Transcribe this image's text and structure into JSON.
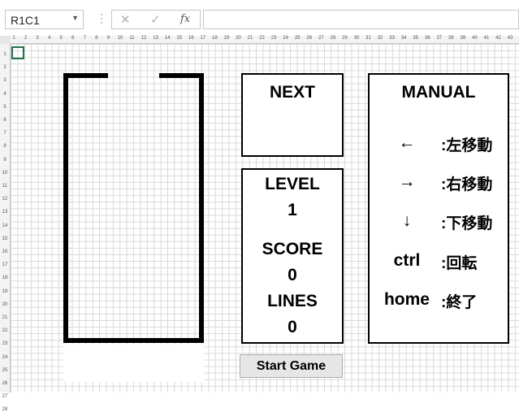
{
  "formula_bar": {
    "name_box": "R1C1",
    "cancel_icon": "✕",
    "enter_icon": "✓",
    "fx_label": "fx",
    "formula": ""
  },
  "grid": {
    "columns": [
      "1",
      "2",
      "3",
      "4",
      "5",
      "6",
      "7",
      "8",
      "9",
      "10",
      "11",
      "12",
      "13",
      "14",
      "15",
      "16",
      "17",
      "18",
      "19",
      "20",
      "21",
      "22",
      "23",
      "24",
      "25",
      "26",
      "27",
      "28",
      "29",
      "30",
      "31",
      "32",
      "33",
      "34",
      "35",
      "36",
      "37",
      "38",
      "39",
      "40",
      "41",
      "42",
      "43"
    ],
    "rows": [
      "1",
      "2",
      "3",
      "4",
      "5",
      "6",
      "7",
      "8",
      "9",
      "10",
      "11",
      "12",
      "13",
      "14",
      "15",
      "16",
      "17",
      "18",
      "19",
      "20",
      "21",
      "22",
      "23",
      "24",
      "25",
      "26",
      "27",
      "28"
    ]
  },
  "next_panel": {
    "title": "NEXT"
  },
  "stats_panel": {
    "level_label": "LEVEL",
    "level_value": "1",
    "score_label": "SCORE",
    "score_value": "0",
    "lines_label": "LINES",
    "lines_value": "0"
  },
  "manual_panel": {
    "title": "MANUAL",
    "items": [
      {
        "key": "←",
        "action": ":左移動"
      },
      {
        "key": "→",
        "action": ":右移動"
      },
      {
        "key": "↓",
        "action": ":下移動"
      },
      {
        "key": "ctrl",
        "action": ":回転"
      },
      {
        "key": "home",
        "action": ":終了"
      }
    ]
  },
  "start_button": {
    "label": "Start Game"
  },
  "colors": {
    "accent": "#217346",
    "wall": "#000000",
    "gridline": "#d8d8d8"
  }
}
